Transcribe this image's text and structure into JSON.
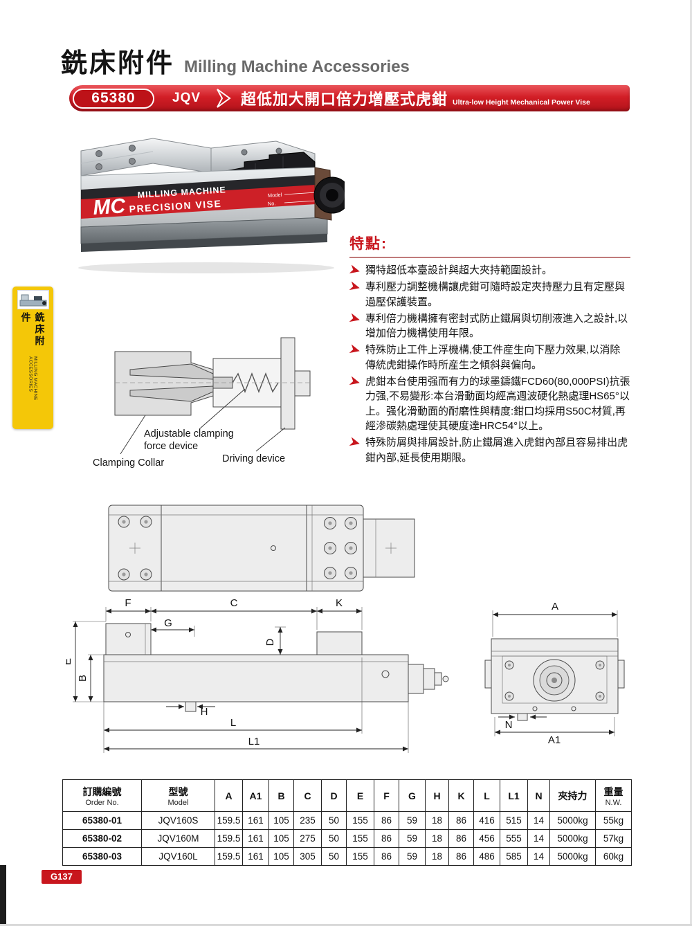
{
  "header": {
    "title_zh": "銑床附件",
    "title_en": "Milling Machine Accessories"
  },
  "banner": {
    "code": "65380",
    "series": "JQV",
    "title_zh": "超低加大開口倍力增壓式虎鉗",
    "title_en": "Ultra-low Height Mechanical Power Vise"
  },
  "photo": {
    "brand": "MC",
    "brand_line1": "MILLING MACHINE",
    "brand_line2": "PRECISION VISE",
    "model_label": "Model",
    "no_label": "No."
  },
  "sidebar": {
    "tab_zh": "銑床附件",
    "tab_en": "MILLING MACHINE ACCESSORIES"
  },
  "features": {
    "heading": "特點:",
    "items": [
      "獨特超低本臺設計與超大夾持範圍設計。",
      "專利壓力調整機構讓虎鉗可隨時設定夾持壓力且有定壓與過壓保護裝置。",
      "專利倍力機構擁有密封式防止鐵屑與切削液進入之設計,以增加倍力機構使用年限。",
      "特殊防止工件上浮機構,使工件産生向下壓力效果,以消除傳統虎鉗操作時所産生之傾斜與偏向。",
      "虎鉗本台使用强而有力的球墨鑄鐵FCD60(80,000PSI)抗張力强,不易變形:本台滑動面均經高週波硬化熱處理HS65°以上。强化滑動面的耐磨性與精度:鉗口均採用S50C材質,再經滲碳熱處理使其硬度達HRC54°以上。",
      "特殊防屑與排屑設計,防止鐵屑進入虎鉗內部且容易排出虎鉗內部,延長使用期限。"
    ]
  },
  "mech": {
    "label_adjustable": "Adjustable clamping force device",
    "label_collar": "Clamping Collar",
    "label_driving": "Driving device"
  },
  "dims": {
    "a": "A",
    "a1": "A1",
    "b": "B",
    "c": "C",
    "d": "D",
    "e": "E",
    "f": "F",
    "g": "G",
    "h": "H",
    "k": "K",
    "l": "L",
    "l1": "L1",
    "n": "N"
  },
  "table": {
    "header": {
      "order_zh": "訂購編號",
      "order_en": "Order No.",
      "model_zh": "型號",
      "model_en": "Model",
      "force": "夾持力",
      "weight_zh": "重量",
      "weight_en": "N.W."
    },
    "rows": [
      {
        "order": "65380-01",
        "model": "JQV160S",
        "a": "159.5",
        "a1": "161",
        "b": "105",
        "c": "235",
        "d": "50",
        "e": "155",
        "f": "86",
        "g": "59",
        "h": "18",
        "k": "86",
        "l": "416",
        "l1": "515",
        "n": "14",
        "force": "5000kg",
        "weight": "55kg"
      },
      {
        "order": "65380-02",
        "model": "JQV160M",
        "a": "159.5",
        "a1": "161",
        "b": "105",
        "c": "275",
        "d": "50",
        "e": "155",
        "f": "86",
        "g": "59",
        "h": "18",
        "k": "86",
        "l": "456",
        "l1": "555",
        "n": "14",
        "force": "5000kg",
        "weight": "57kg"
      },
      {
        "order": "65380-03",
        "model": "JQV160L",
        "a": "159.5",
        "a1": "161",
        "b": "105",
        "c": "305",
        "d": "50",
        "e": "155",
        "f": "86",
        "g": "59",
        "h": "18",
        "k": "86",
        "l": "486",
        "l1": "585",
        "n": "14",
        "force": "5000kg",
        "weight": "60kg"
      }
    ]
  },
  "footer": {
    "page_code": "G137"
  }
}
